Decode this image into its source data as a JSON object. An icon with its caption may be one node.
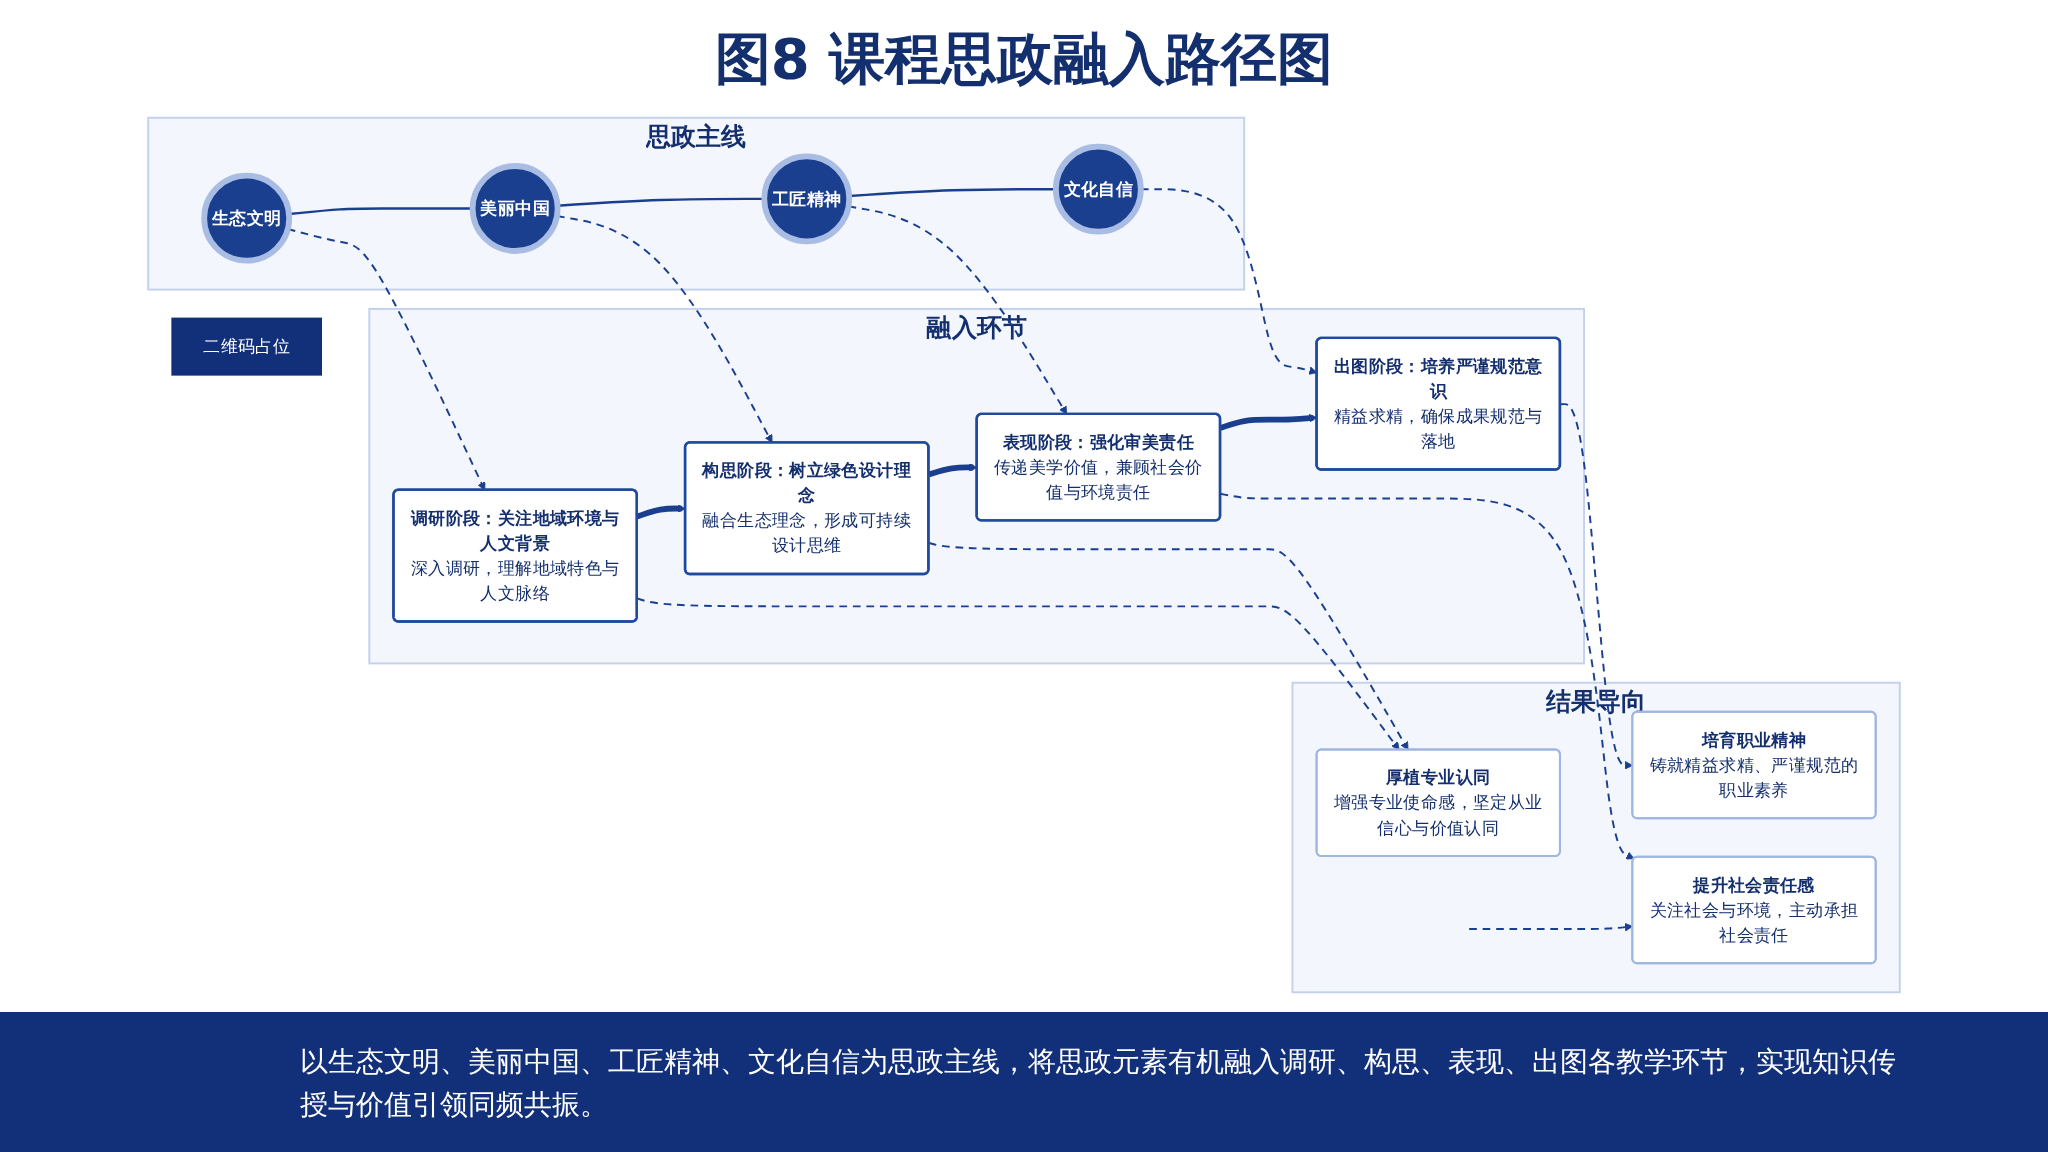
{
  "diagram": {
    "title": "图8 课程思政融入路径图",
    "caption": "以生态文明、美丽中国、工匠精神、文化自信为思政主线，将思政元素有机融入调研、构思、表现、出图各教学环节，实现知识传授与价值引领同频共振。",
    "nodes": [
      {
        "text": [
          "思政主线"
        ]
      },
      {
        "text": [
          "生态文明"
        ],
        "in": 0
      },
      {
        "text": [
          "美丽中国"
        ],
        "in": 0
      },
      {
        "text": [
          "工匠精神"
        ],
        "in": 0
      },
      {
        "text": [
          "文化自信"
        ],
        "in": 0
      },
      {
        "text": [
          "融入环节"
        ]
      },
      {
        "text": [
          "调研阶段：关注地域环境与人文背景",
          "深入调研，理解地域特色与人文脉络"
        ],
        "in": 5
      },
      {
        "text": [
          "构思阶段：树立绿色设计理念",
          "融合生态理念，形成可持续设计思维"
        ],
        "in": 5
      },
      {
        "text": [
          "表现阶段：强化审美责任",
          "传递美学价值，兼顾社会价值与环境责任"
        ],
        "in": 5
      },
      {
        "text": [
          "出图阶段：培养严谨规范意识",
          "精益求精，确保成果规范与落地"
        ],
        "in": 5
      },
      {
        "text": [
          "结果导向"
        ]
      },
      {
        "text": [
          "厚植专业认同",
          "增强专业使命感，坚定从业信心与价值认同"
        ],
        "in": 10
      },
      {
        "text": [
          "提升社会责任感",
          "关注社会与环境，主动承担社会责任"
        ],
        "in": 10
      },
      {
        "text": [
          "培育职业精神",
          "铸就精益求精、严谨规范的职业素养"
        ],
        "in": 10
      },
      {
        "text": [
          "二维码占位"
        ]
      }
    ],
    "edges": [
      {
        "from": 1,
        "to": 2,
        "arrow": "none"
      },
      {
        "from": 2,
        "to": 3,
        "arrow": "none"
      },
      {
        "from": 3,
        "to": 4,
        "arrow": "none"
      },
      {
        "from": 1,
        "to": 6,
        "arrow": "to",
        "style": "dashed"
      },
      {
        "from": 2,
        "to": 7,
        "arrow": "to",
        "style": "dashed"
      },
      {
        "from": 3,
        "to": 8,
        "arrow": "to",
        "style": "dashed"
      },
      {
        "from": 4,
        "to": 9,
        "arrow": "to",
        "style": "dashed"
      },
      {
        "from": 6,
        "to": 7,
        "arrow": "to",
        "style": "thick"
      },
      {
        "from": 7,
        "to": 8,
        "arrow": "to",
        "style": "thick"
      },
      {
        "from": 8,
        "to": 9,
        "arrow": "to",
        "style": "thick"
      },
      {
        "from": 6,
        "to": 11,
        "arrow": "to",
        "style": "dashed"
      },
      {
        "from": 7,
        "to": 11,
        "arrow": "to",
        "style": "dashed"
      },
      {
        "from": 8,
        "to": 12,
        "arrow": "to",
        "style": "dashed"
      },
      {
        "from": null,
        "to": 12,
        "arrow": "to",
        "style": "dashed"
      },
      {
        "from": 9,
        "to": 13,
        "arrow": "to",
        "style": "dashed"
      }
    ]
  }
}
